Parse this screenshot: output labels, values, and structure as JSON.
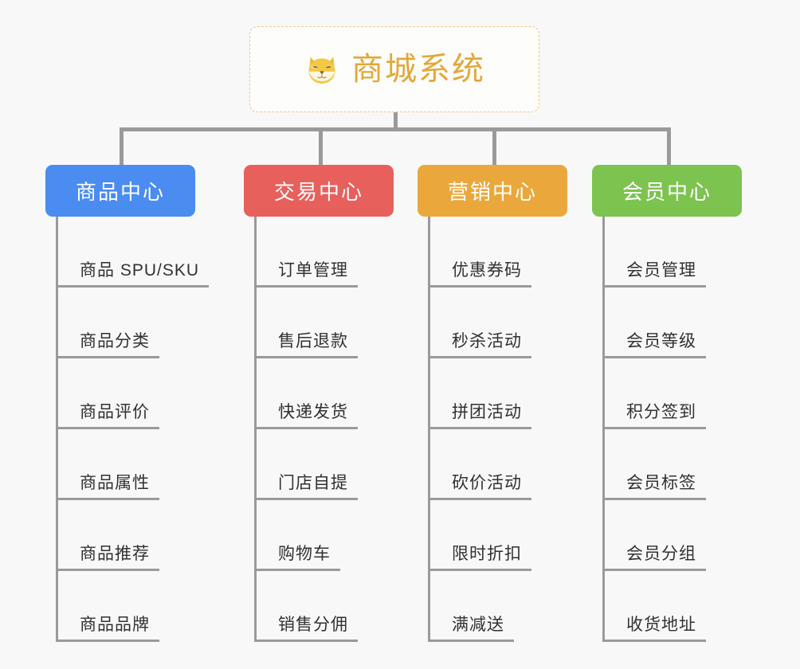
{
  "page": {
    "background_color": "#f8f8f8",
    "diagram_type": "organization-tree"
  },
  "root": {
    "title": "商城系统",
    "icon": "shiba-dog-face-icon",
    "text_color": "#e3a83a",
    "border_color": "#eec97f",
    "background_color": "#fdfdfb"
  },
  "connector": {
    "color": "#9a9a9a"
  },
  "categories": [
    {
      "label": "商品中心",
      "color": "#4a8cf0",
      "items": [
        "商品 SPU/SKU",
        "商品分类",
        "商品评价",
        "商品属性",
        "商品推荐",
        "商品品牌"
      ]
    },
    {
      "label": "交易中心",
      "color": "#e8605c",
      "items": [
        "订单管理",
        "售后退款",
        "快递发货",
        "门店自提",
        "购物车",
        "销售分佣"
      ]
    },
    {
      "label": "营销中心",
      "color": "#eaa83c",
      "items": [
        "优惠券码",
        "秒杀活动",
        "拼团活动",
        "砍价活动",
        "限时折扣",
        "满减送"
      ]
    },
    {
      "label": "会员中心",
      "color": "#7dc350",
      "items": [
        "会员管理",
        "会员等级",
        "积分签到",
        "会员标签",
        "会员分组",
        "收货地址"
      ]
    }
  ]
}
